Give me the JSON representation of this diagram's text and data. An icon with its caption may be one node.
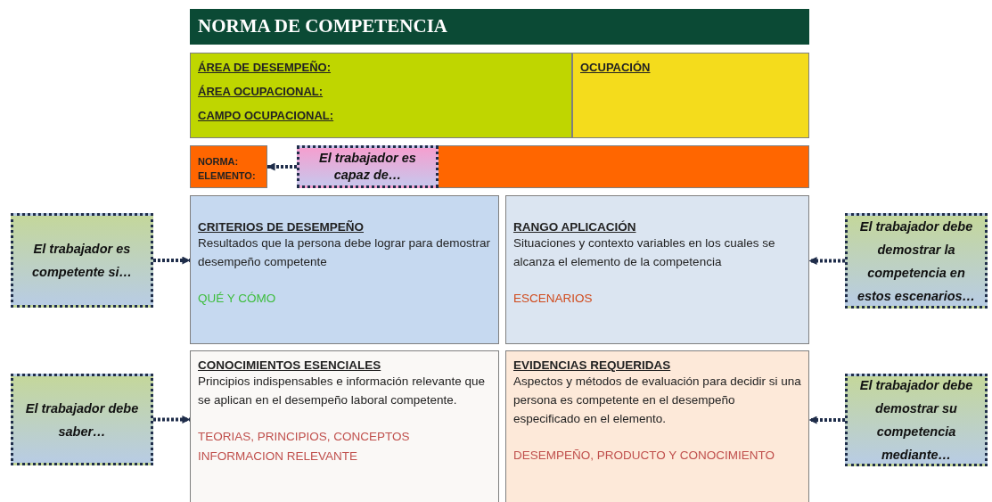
{
  "diagram": {
    "nodes": [
      {
        "text": [
          "NORMA DE COMPETENCIA"
        ]
      },
      {
        "text": [
          "ÁREA DE DESEMPEÑO:",
          "ÁREA OCUPACIONAL:",
          "CAMPO OCUPACIONAL:"
        ]
      },
      {
        "text": [
          "OCUPACIÓN"
        ]
      },
      {
        "text": [
          "NORMA:",
          "ELEMENTO:"
        ]
      },
      {
        "text": [
          "El trabajador es capaz de…"
        ]
      },
      {
        "text": [
          "El trabajador es competente si…"
        ]
      },
      {
        "text": [
          "CRITERIOS DE DESEMPEÑO",
          "Resultados que la persona debe lograr para demostrar desempeño competente",
          "QUÉ Y CÓMO"
        ]
      },
      {
        "text": [
          "RANGO APLICACIÓN",
          "Situaciones y contexto variables en los cuales se alcanza el elemento de la competencia",
          "ESCENARIOS"
        ]
      },
      {
        "text": [
          "El trabajador debe demostrar la competencia en estos escenarios…"
        ]
      },
      {
        "text": [
          "El trabajador debe saber…"
        ]
      },
      {
        "text": [
          "CONOCIMIENTOS ESENCIALES",
          "Principios indispensables e información relevante que se aplican en el desempeño laboral competente.",
          "TEORIAS, PRINCIPIOS, CONCEPTOS INFORMACION RELEVANTE"
        ]
      },
      {
        "text": [
          "EVIDENCIAS REQUERIDAS",
          "Aspectos y métodos de evaluación para decidir si una persona es competente en el desempeño especificado en el elemento.",
          "DESEMPEÑO, PRODUCTO Y CONOCIMIENTO"
        ]
      },
      {
        "text": [
          "El trabajador debe demostrar su competencia mediante…"
        ]
      }
    ],
    "edges": [
      {
        "from": 4,
        "to": 3,
        "arrow": "to",
        "style": "dashed"
      },
      {
        "from": 5,
        "to": 6,
        "arrow": "to",
        "style": "dashed"
      },
      {
        "from": 8,
        "to": 7,
        "arrow": "to",
        "style": "dashed"
      },
      {
        "from": 9,
        "to": 10,
        "arrow": "to",
        "style": "dashed"
      },
      {
        "from": 12,
        "to": 11,
        "arrow": "to",
        "style": "dashed"
      }
    ]
  }
}
